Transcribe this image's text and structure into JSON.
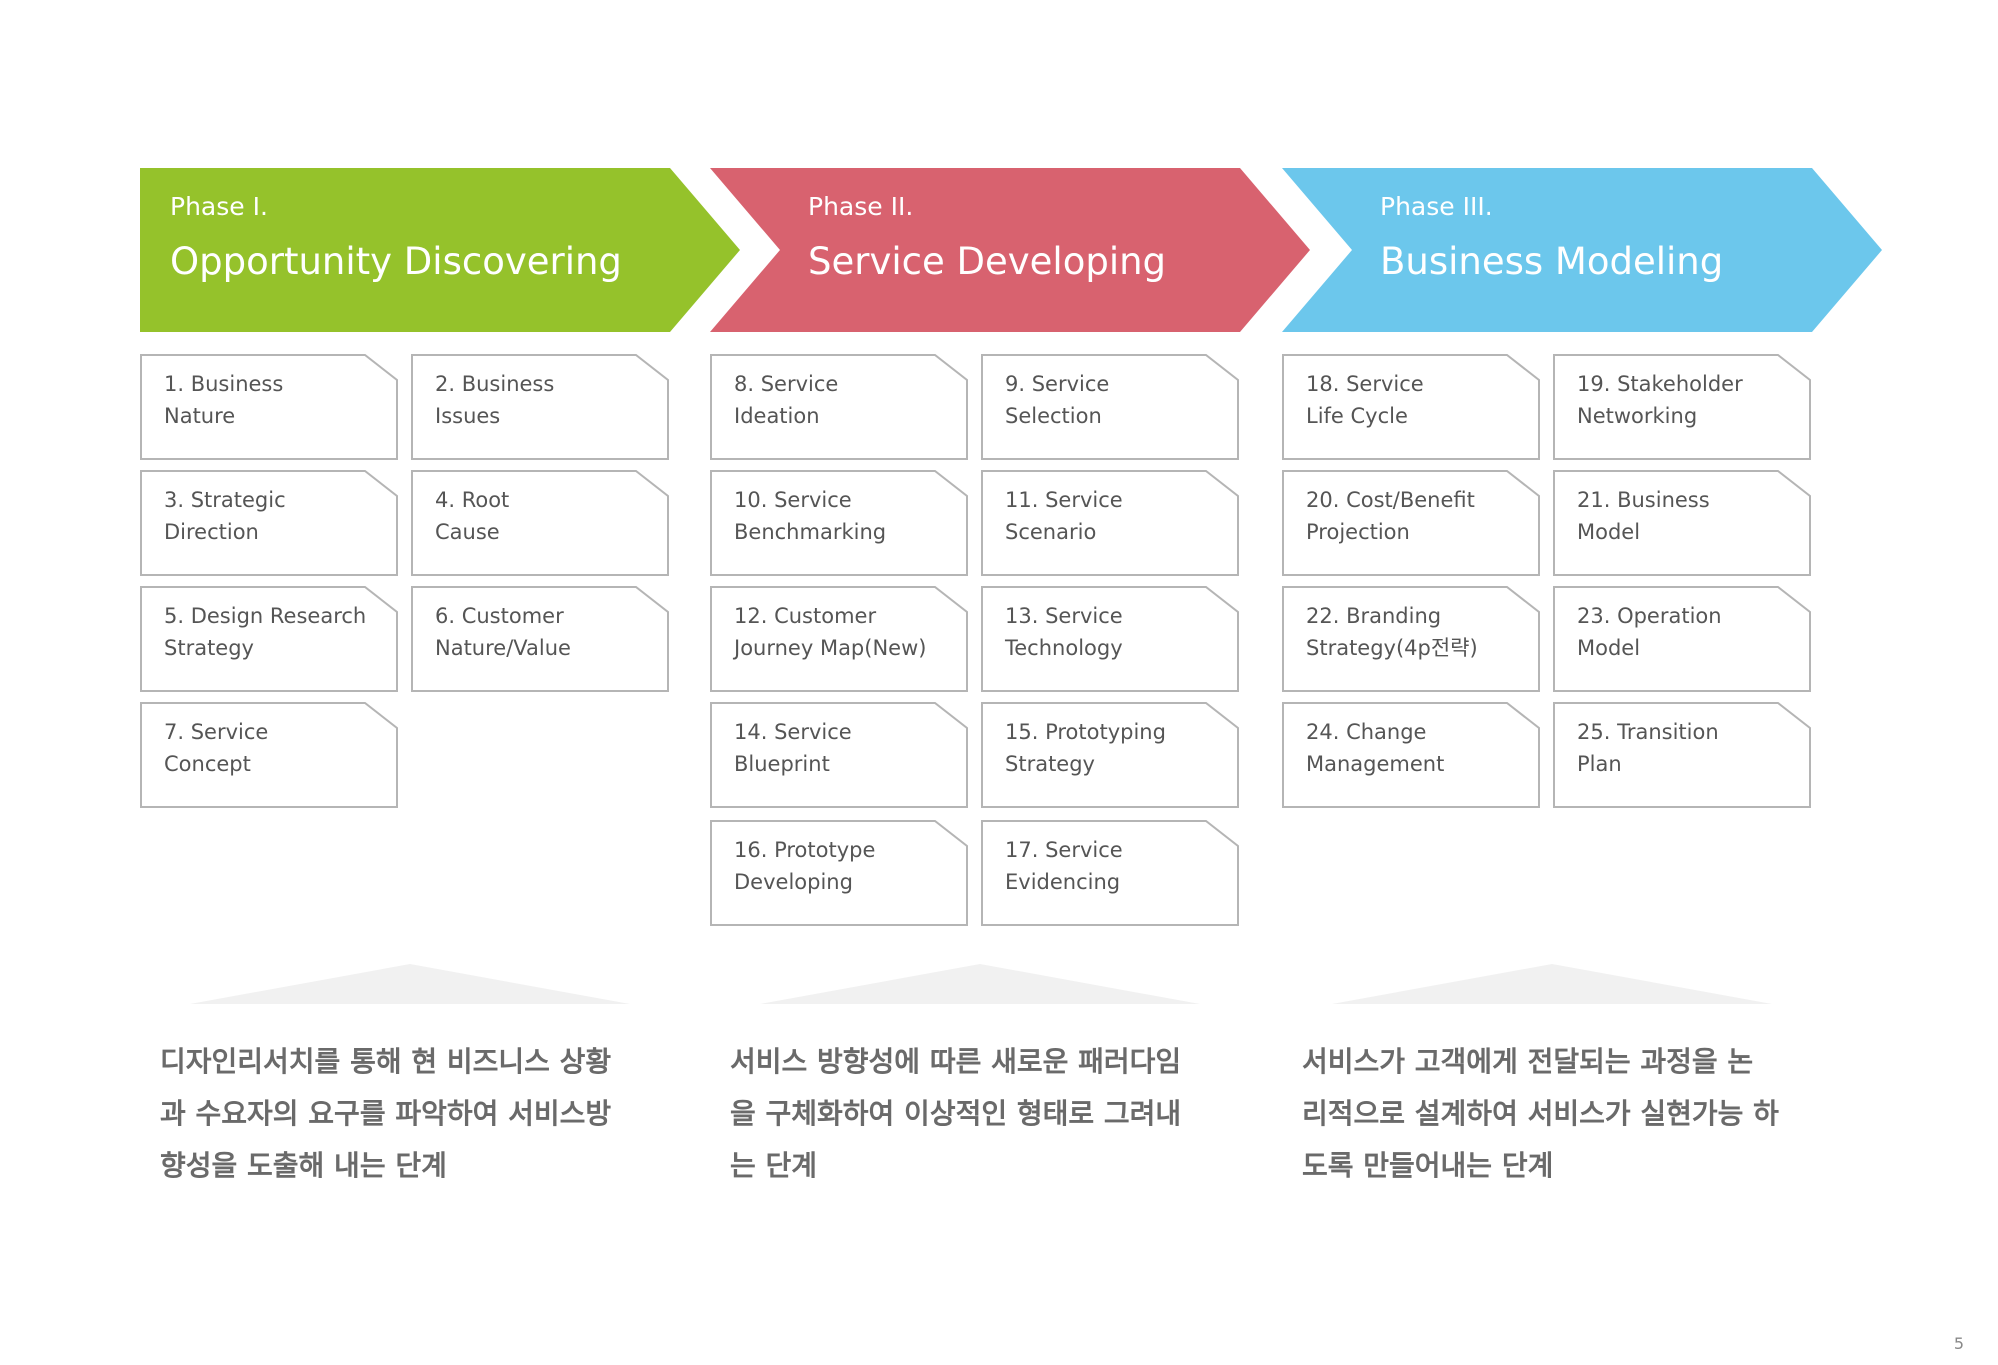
{
  "phases": [
    {
      "label": "Phase I.",
      "title": "Opportunity Discovering",
      "color": "#95c22b",
      "description": "디자인리서치를 통해 현 비즈니스 상황 과 수요자의 요구를 파악하여 서비스방 향성을 도출해 내는 단계",
      "steps": [
        "1. Business\n   Nature",
        "2. Business\n   Issues",
        "3. Strategic\n   Direction",
        "4. Root\n   Cause",
        "5. Design Research\n   Strategy",
        "6. Customer\n   Nature/Value",
        "7. Service\n   Concept"
      ]
    },
    {
      "label": "Phase II.",
      "title": "Service Developing",
      "color": "#d8626f",
      "description": "서비스 방향성에 따른 새로운 패러다임 을 구체화하여 이상적인 형태로 그려내 는 단계",
      "steps": [
        "8. Service\n   Ideation",
        "9. Service\n   Selection",
        "10. Service\n   Benchmarking",
        "11. Service\n   Scenario",
        "12. Customer\n   Journey Map(New)",
        "13. Service\n   Technology",
        "14. Service\n   Blueprint",
        "15. Prototyping\n   Strategy",
        "16. Prototype\n   Developing",
        "17. Service\n   Evidencing"
      ]
    },
    {
      "label": "Phase III.",
      "title": "Business Modeling",
      "color": "#6cc7ec",
      "description": "서비스가 고객에게 전달되는 과정을 논 리적으로 설계하여 서비스가 실현가능 하도록 만들어내는 단계",
      "steps": [
        "18. Service\n   Life Cycle",
        "19. Stakeholder\n   Networking",
        "20. Cost/Benefit\n   Projection",
        "21. Business\n   Model",
        "22. Branding\n   Strategy(4p전략)",
        "23. Operation\n   Model",
        "24. Change\n   Management",
        "25. Transition\n   Plan"
      ]
    }
  ],
  "page_number": "5"
}
